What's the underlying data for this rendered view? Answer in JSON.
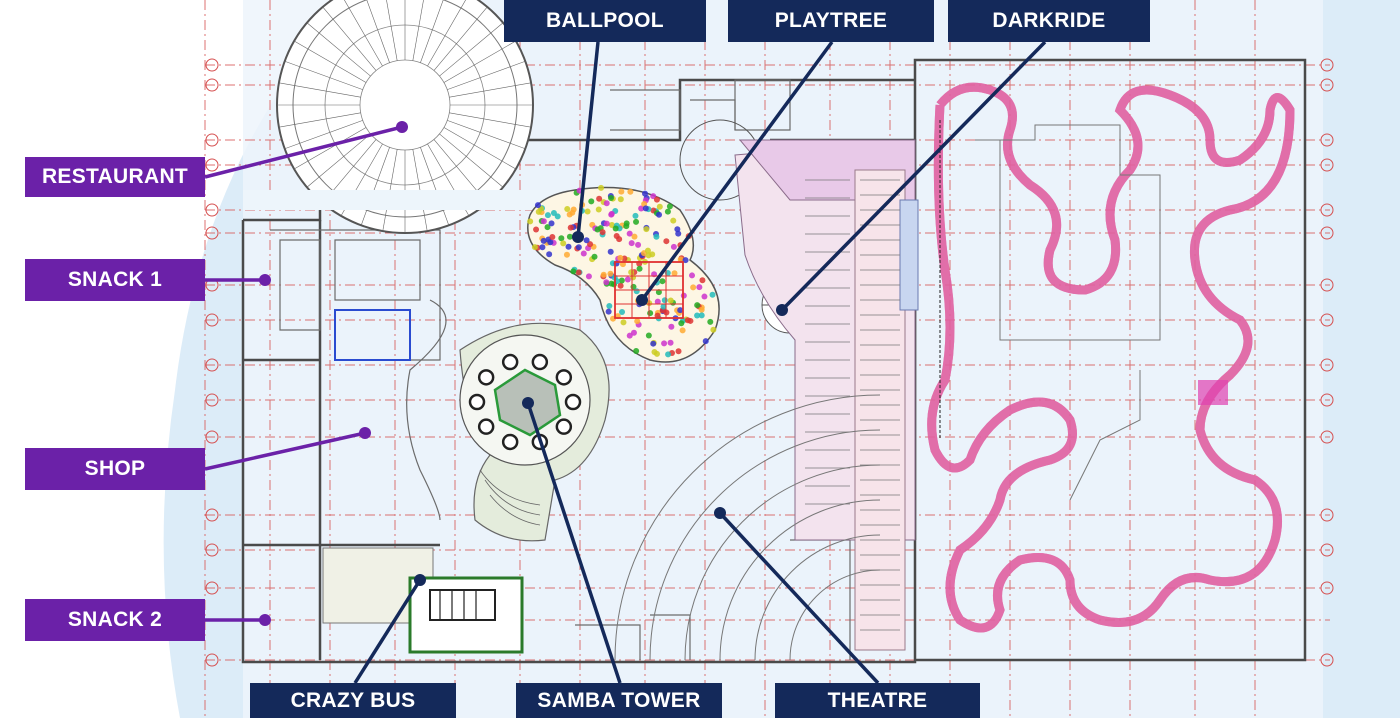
{
  "labels": {
    "restaurant": "RESTAURANT",
    "snack1": "SNACK 1",
    "shop": "SHOP",
    "snack2": "SNACK 2",
    "ballpool": "BALLPOOL",
    "playtree": "PLAYTREE",
    "darkride": "DARKRIDE",
    "crazybus": "CRAZY BUS",
    "sambatower": "SAMBA TOWER",
    "theatre": "THEATRE"
  },
  "colors": {
    "purple": "#6b21a8",
    "navy": "#14295a",
    "grid_red": "#d03030",
    "backdrop": "#dcecf8",
    "floor": "#eef6fc"
  }
}
